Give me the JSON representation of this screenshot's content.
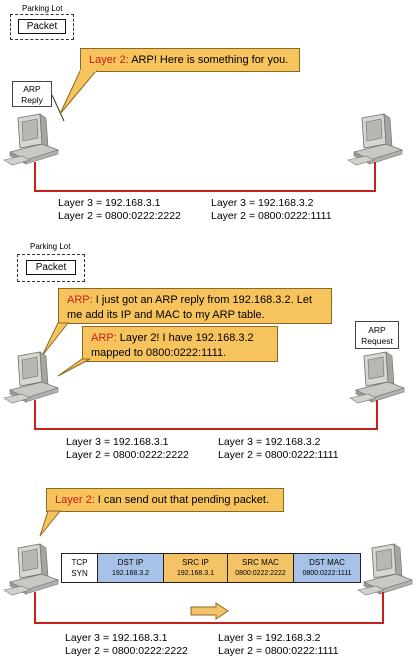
{
  "panel1": {
    "parking_lot_label": "Parking Lot",
    "packet_label": "Packet",
    "reply_note": "ARP Reply",
    "bubble_prefix": "Layer 2:",
    "bubble_text": " ARP! Here is something for you.",
    "left_host": {
      "l3": "Layer 3 = 192.168.3.1",
      "l2": "Layer 2 = 0800:0222:2222"
    },
    "right_host": {
      "l3": "Layer 3 = 192.168.3.2",
      "l2": "Layer 2 = 0800:0222:1111"
    }
  },
  "panel2": {
    "parking_lot_label": "Parking Lot",
    "packet_label": "Packet",
    "request_note": "ARP Request",
    "bubble1_prefix": "ARP:",
    "bubble1_text": " I just got an ARP reply from 192.168.3.2. Let me add its IP and MAC to my ARP table.",
    "bubble2_prefix": "ARP:",
    "bubble2_text": " Layer 2! I have 192.168.3.2 mapped to 0800:0222:1111.",
    "left_host": {
      "l3": "Layer 3 = 192.168.3.1",
      "l2": "Layer 2 = 0800:0222:2222"
    },
    "right_host": {
      "l3": "Layer 3 = 192.168.3.2",
      "l2": "Layer 2 = 0800:0222:1111"
    }
  },
  "panel3": {
    "bubble_prefix": "Layer 2:",
    "bubble_text": " I can send out that pending packet.",
    "frame": [
      {
        "title": "TCP",
        "value": "SYN"
      },
      {
        "title": "DST IP",
        "value": "192.168.3.2"
      },
      {
        "title": "SRC IP",
        "value": "192.168.3.1"
      },
      {
        "title": "SRC MAC",
        "value": "0800:0222:2222"
      },
      {
        "title": "DST MAC",
        "value": "0800:0222:1111"
      }
    ],
    "left_host": {
      "l3": "Layer 3 = 192.168.3.1",
      "l2": "Layer 2 = 0800:0222:2222"
    },
    "right_host": {
      "l3": "Layer 3 = 192.168.3.2",
      "l2": "Layer 2 = 0800:0222:1111"
    }
  },
  "colors": {
    "wire": "#c8201a",
    "bubble": "#f7c35d",
    "frame_blue": "#a8c1e8",
    "frame_orange": "#f4c267"
  }
}
